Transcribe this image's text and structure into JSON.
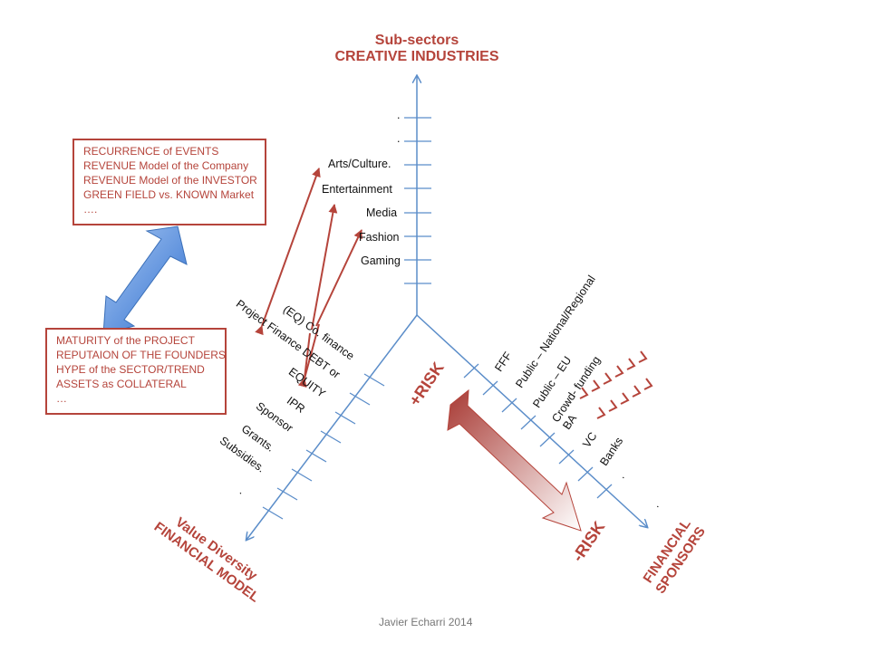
{
  "top_axis": {
    "title_line1": "Sub-sectors",
    "title_line2": "CREATIVE INDUSTRIES",
    "items": [
      ".",
      ".",
      "Arts/Culture.",
      "Entertainment",
      "Media",
      "Fashion",
      "Gaming"
    ]
  },
  "left_axis": {
    "title_line1": "Value Diversity",
    "title_line2": "FINANCIAL MODEL",
    "items": [
      "(EQ) Co. finance",
      "Project Finance DEBT or",
      "EQUITY",
      "IPR",
      "Sponsor",
      "Grants.",
      "Subsidies.",
      "."
    ]
  },
  "right_axis": {
    "title_line1": "FINANCIAL",
    "title_line2": "SPONSORS",
    "items": [
      "FFF",
      "Public – National/Regional",
      "Public – EU",
      "Crowd- funding",
      "BA",
      "VC",
      "Banks",
      ".",
      "."
    ]
  },
  "top_box": {
    "lines": [
      "RECURRENCE of EVENTS",
      "REVENUE Model of the Company",
      "REVENUE Model of the INVESTOR",
      "GREEN FIELD vs. KNOWN Market",
      "…."
    ]
  },
  "bottom_box": {
    "lines": [
      "MATURITY of the PROJECT",
      "REPUTAION OF THE FOUNDERS",
      "HYPE of the SECTOR/TREND",
      "ASSETS as COLLATERAL",
      "…"
    ]
  },
  "risk": {
    "plus": "+RISK",
    "minus": "-RISK"
  },
  "credit": "Javier Echarri 2014",
  "colors": {
    "axis": "#5b8dc9",
    "accent": "#b5443b",
    "double_arrow": "#4a86d8"
  }
}
